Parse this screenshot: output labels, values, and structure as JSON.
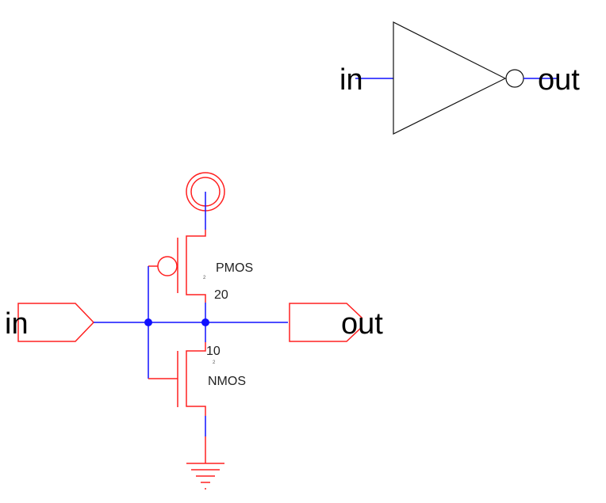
{
  "symbol": {
    "type": "inverter",
    "input_pin": "in",
    "output_pin": "out"
  },
  "schematic": {
    "input_port": "in",
    "output_port": "out",
    "pmos": {
      "label": "PMOS",
      "width": "20",
      "bulk_marker": "2"
    },
    "nmos": {
      "label": "NMOS",
      "width": "10",
      "bulk_marker": "2"
    },
    "supply": "vdd",
    "ground": "gnd"
  },
  "colors": {
    "wire": "#1010ff",
    "device": "#ff2020",
    "symbol_outline": "#111111",
    "text": "#000000"
  }
}
